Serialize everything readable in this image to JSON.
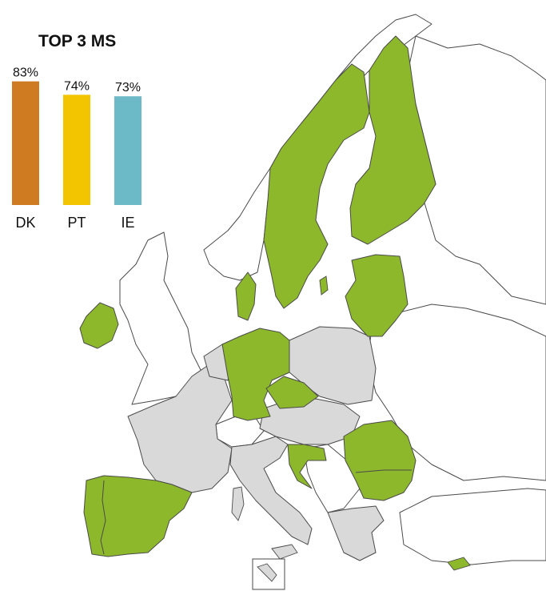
{
  "chart_data": {
    "type": "bar",
    "title": "TOP 3 MS",
    "categories": [
      "DK",
      "PT",
      "IE"
    ],
    "values": [
      83,
      74,
      73
    ],
    "value_labels": [
      "83%",
      "74%",
      "73%"
    ],
    "colors": [
      "#cf7b22",
      "#f3c400",
      "#6cb9c8"
    ],
    "ylim": [
      0,
      100
    ],
    "grid": false,
    "legend": "none"
  },
  "map": {
    "legend_colors": {
      "highlighted": "#8db82b",
      "grey": "#d9d9d9",
      "other": "#ffffff",
      "border": "#4a4a4a"
    },
    "highlighted_countries": [
      "SE",
      "FI",
      "EE",
      "LV",
      "LT",
      "DK",
      "DE",
      "CZ",
      "IE",
      "ES",
      "PT",
      "RO",
      "BG",
      "HR",
      "CY"
    ],
    "grey_countries": [
      "FR",
      "BE",
      "NL",
      "LU",
      "PL",
      "AT",
      "SK",
      "HU",
      "SI",
      "IT",
      "GR",
      "MT"
    ]
  }
}
